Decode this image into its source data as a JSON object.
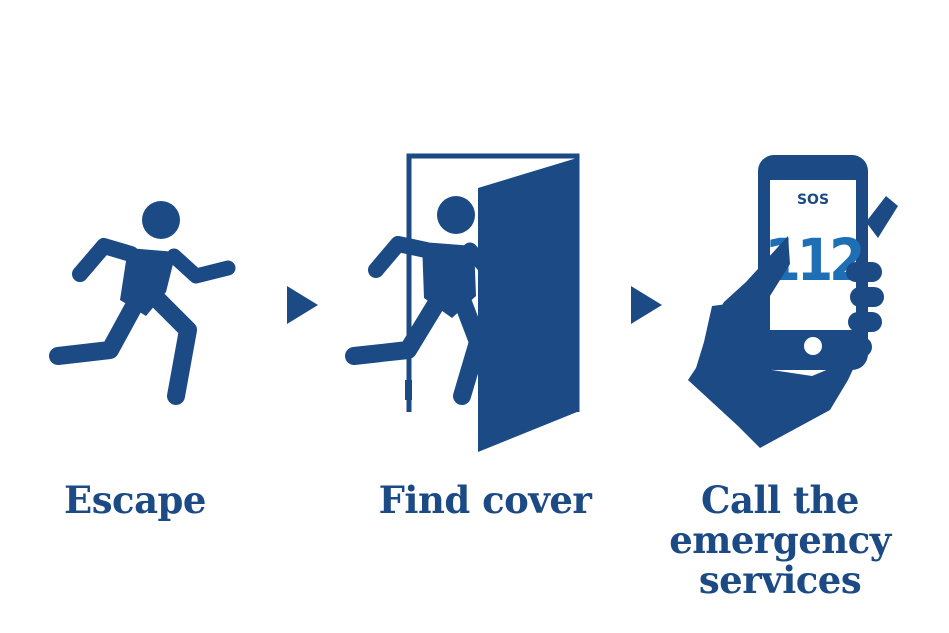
{
  "colors": {
    "primary": "#1c4a85",
    "screen_text": "#1f6fb5",
    "background": "#ffffff"
  },
  "steps": [
    {
      "icon": "running-person-icon",
      "label": "Escape"
    },
    {
      "icon": "person-door-icon",
      "label": "Find cover"
    },
    {
      "icon": "hand-phone-icon",
      "label_lines": [
        "Call the",
        "emergency",
        "services"
      ]
    }
  ],
  "phone": {
    "sos_text": "SOS",
    "number": "112"
  },
  "connectors": [
    "arrow-right-icon",
    "arrow-right-icon"
  ]
}
